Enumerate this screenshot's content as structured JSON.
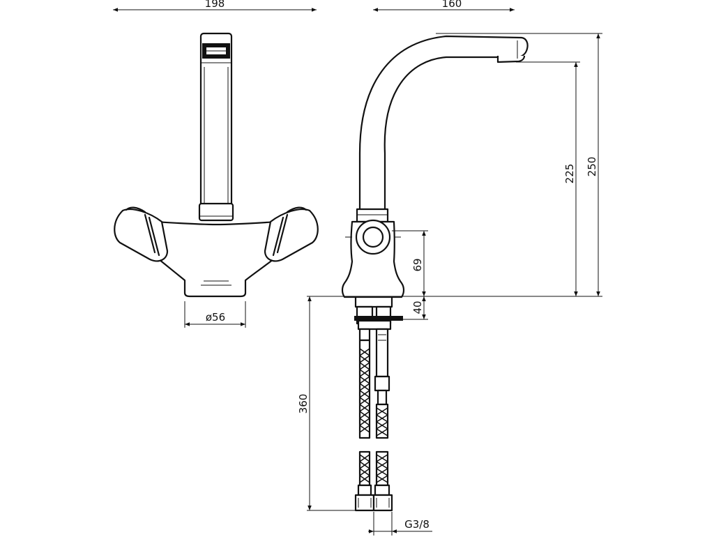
{
  "drawing": {
    "dimensions": {
      "width_front": "198",
      "width_side": "160",
      "base_diameter": "ø56",
      "height_to_outlet": "225",
      "height_total": "250",
      "body_height": "69",
      "mount_thickness": "40",
      "hose_length": "360",
      "thread": "G3/8"
    }
  }
}
